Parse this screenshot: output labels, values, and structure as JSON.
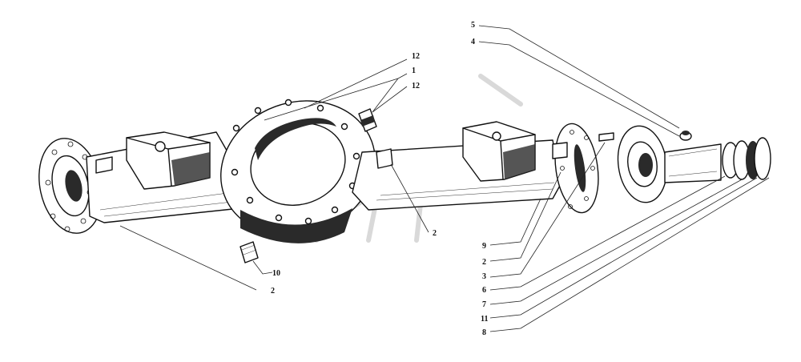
{
  "diagram": {
    "callouts": [
      {
        "id": "c12a",
        "text": "12"
      },
      {
        "id": "c1",
        "text": "1"
      },
      {
        "id": "c12b",
        "text": "12"
      },
      {
        "id": "c5",
        "text": "5"
      },
      {
        "id": "c4",
        "text": "4"
      },
      {
        "id": "c2a",
        "text": "2"
      },
      {
        "id": "c9",
        "text": "9"
      },
      {
        "id": "c2b",
        "text": "2"
      },
      {
        "id": "c3",
        "text": "3"
      },
      {
        "id": "c6",
        "text": "6"
      },
      {
        "id": "c7",
        "text": "7"
      },
      {
        "id": "c11",
        "text": "11"
      },
      {
        "id": "c8",
        "text": "8"
      },
      {
        "id": "c10",
        "text": "10"
      },
      {
        "id": "c2c",
        "text": "2"
      }
    ]
  }
}
